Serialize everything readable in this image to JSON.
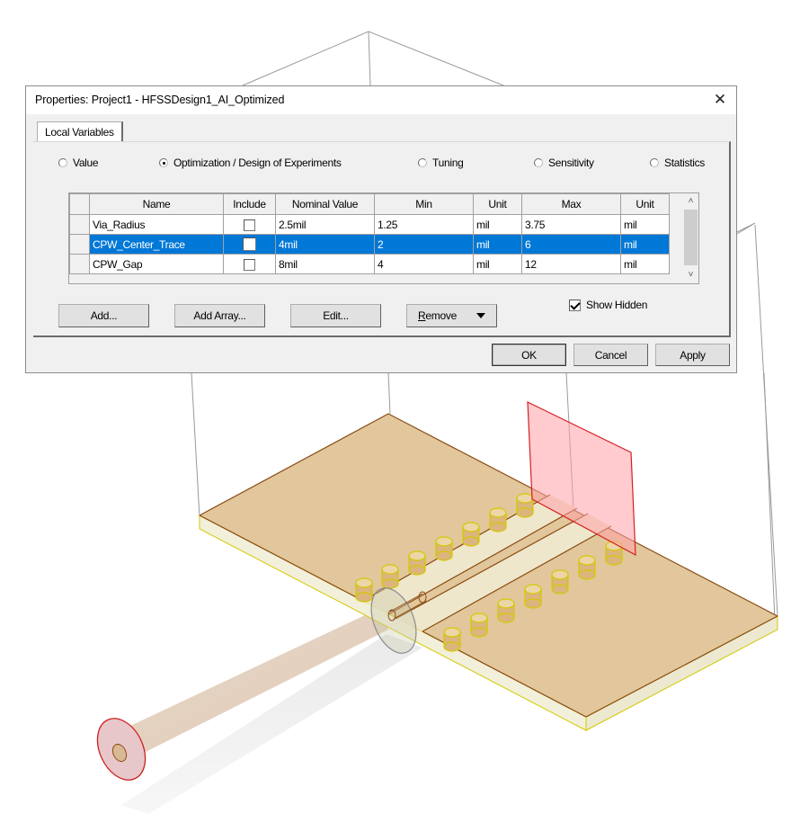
{
  "dialog": {
    "title": "Properties: Project1 - HFSSDesign1_AI_Optimized",
    "close_icon": "close-icon",
    "tabs": [
      {
        "label": "Local Variables",
        "active": true
      }
    ],
    "modes": [
      {
        "label": "Value",
        "selected": false
      },
      {
        "label": "Optimization / Design of Experiments",
        "selected": true
      },
      {
        "label": "Tuning",
        "selected": false
      },
      {
        "label": "Sensitivity",
        "selected": false
      },
      {
        "label": "Statistics",
        "selected": false
      }
    ],
    "table": {
      "columns": [
        "Name",
        "Include",
        "Nominal Value",
        "Min",
        "Unit",
        "Max",
        "Unit"
      ],
      "rows": [
        {
          "name": "Via_Radius",
          "include": false,
          "nominal": "2.5mil",
          "min": "1.25",
          "min_unit": "mil",
          "max": "3.75",
          "max_unit": "mil",
          "selected": false
        },
        {
          "name": "CPW_Center_Trace",
          "include": false,
          "nominal": "4mil",
          "min": "2",
          "min_unit": "mil",
          "max": "6",
          "max_unit": "mil",
          "selected": true
        },
        {
          "name": "CPW_Gap",
          "include": false,
          "nominal": "8mil",
          "min": "4",
          "min_unit": "mil",
          "max": "12",
          "max_unit": "mil",
          "selected": false
        }
      ],
      "selection_color": "#0078d7"
    },
    "buttons": {
      "add": "Add...",
      "add_array": "Add Array...",
      "edit": "Edit...",
      "remove_u": "R",
      "remove_rest": "emove",
      "ok": "OK",
      "cancel": "Cancel",
      "apply": "Apply"
    },
    "show_hidden": {
      "label": "Show Hidden",
      "checked": true
    }
  },
  "viewport": {
    "description": "HFSS 3D model: coplanar waveguide on substrate with via fences, coax feed and wave port",
    "colors": {
      "substrate_top": "#e1c79b",
      "substrate_side": "#f2f0da",
      "edge_brown": "#8b4a12",
      "edge_yellow": "#d4c800",
      "port_fill": "#ffb3b8",
      "port_edge": "#d42020",
      "airbox_line": "#9a9a9a"
    }
  }
}
